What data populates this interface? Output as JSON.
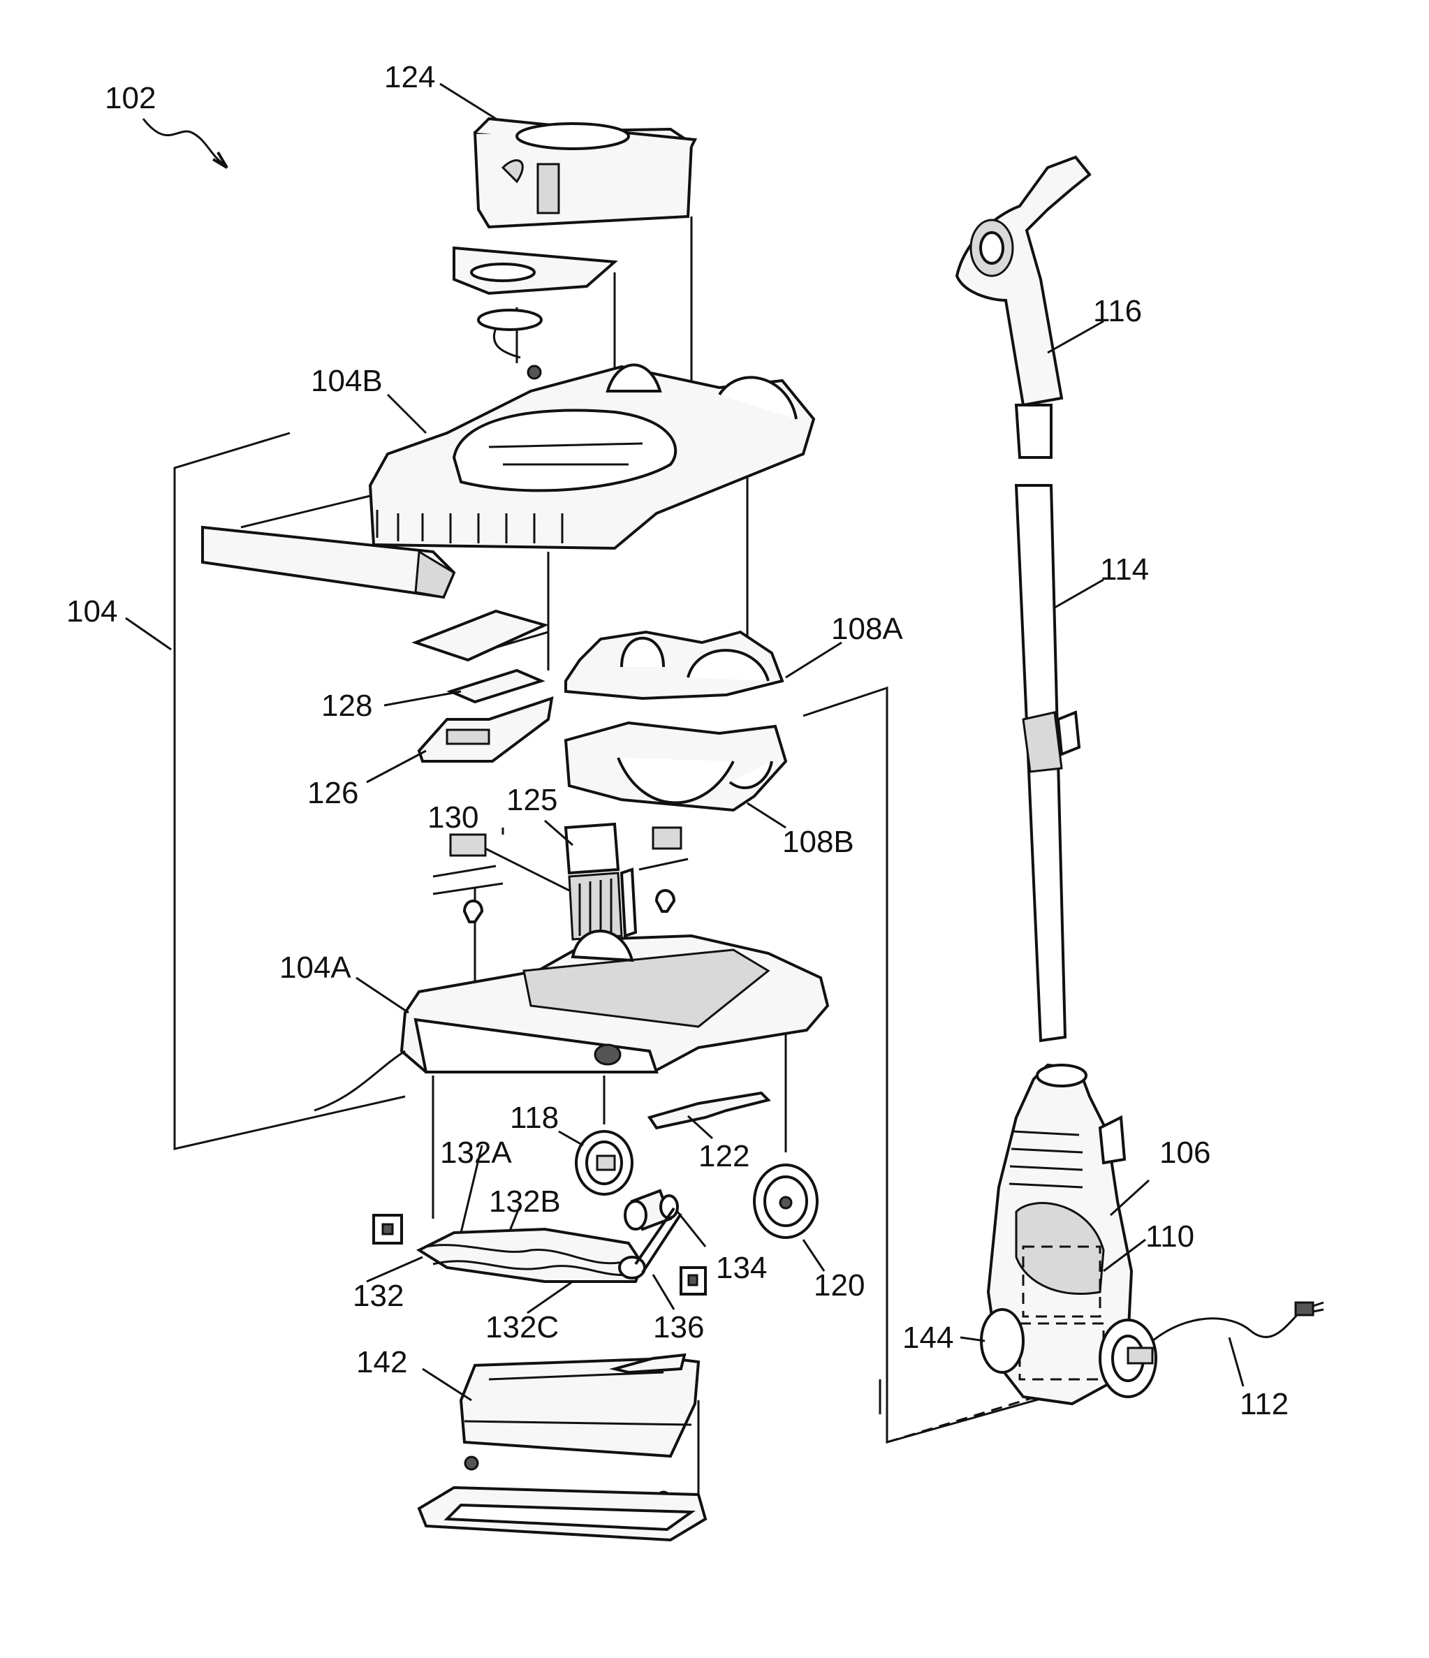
{
  "figure": {
    "labels": {
      "assembly": "102",
      "base": "104",
      "upper_housing": "104B",
      "lower_housing": "104A",
      "cover_upper": "108A",
      "cover_lower": "108B",
      "canister": "106",
      "tank": "110",
      "cord": "112",
      "lower_tube": "114",
      "handle": "116",
      "wheel_left": "118",
      "wheel_right": "120",
      "link": "122",
      "bin": "124",
      "filter": "125",
      "tray": "126",
      "screen": "128",
      "comb": "130",
      "brushroll": "132",
      "brush_a": "132A",
      "brush_b": "132B",
      "brush_c": "132C",
      "motor": "134",
      "belt": "136",
      "plate": "142",
      "rear_wheel": "144"
    }
  }
}
